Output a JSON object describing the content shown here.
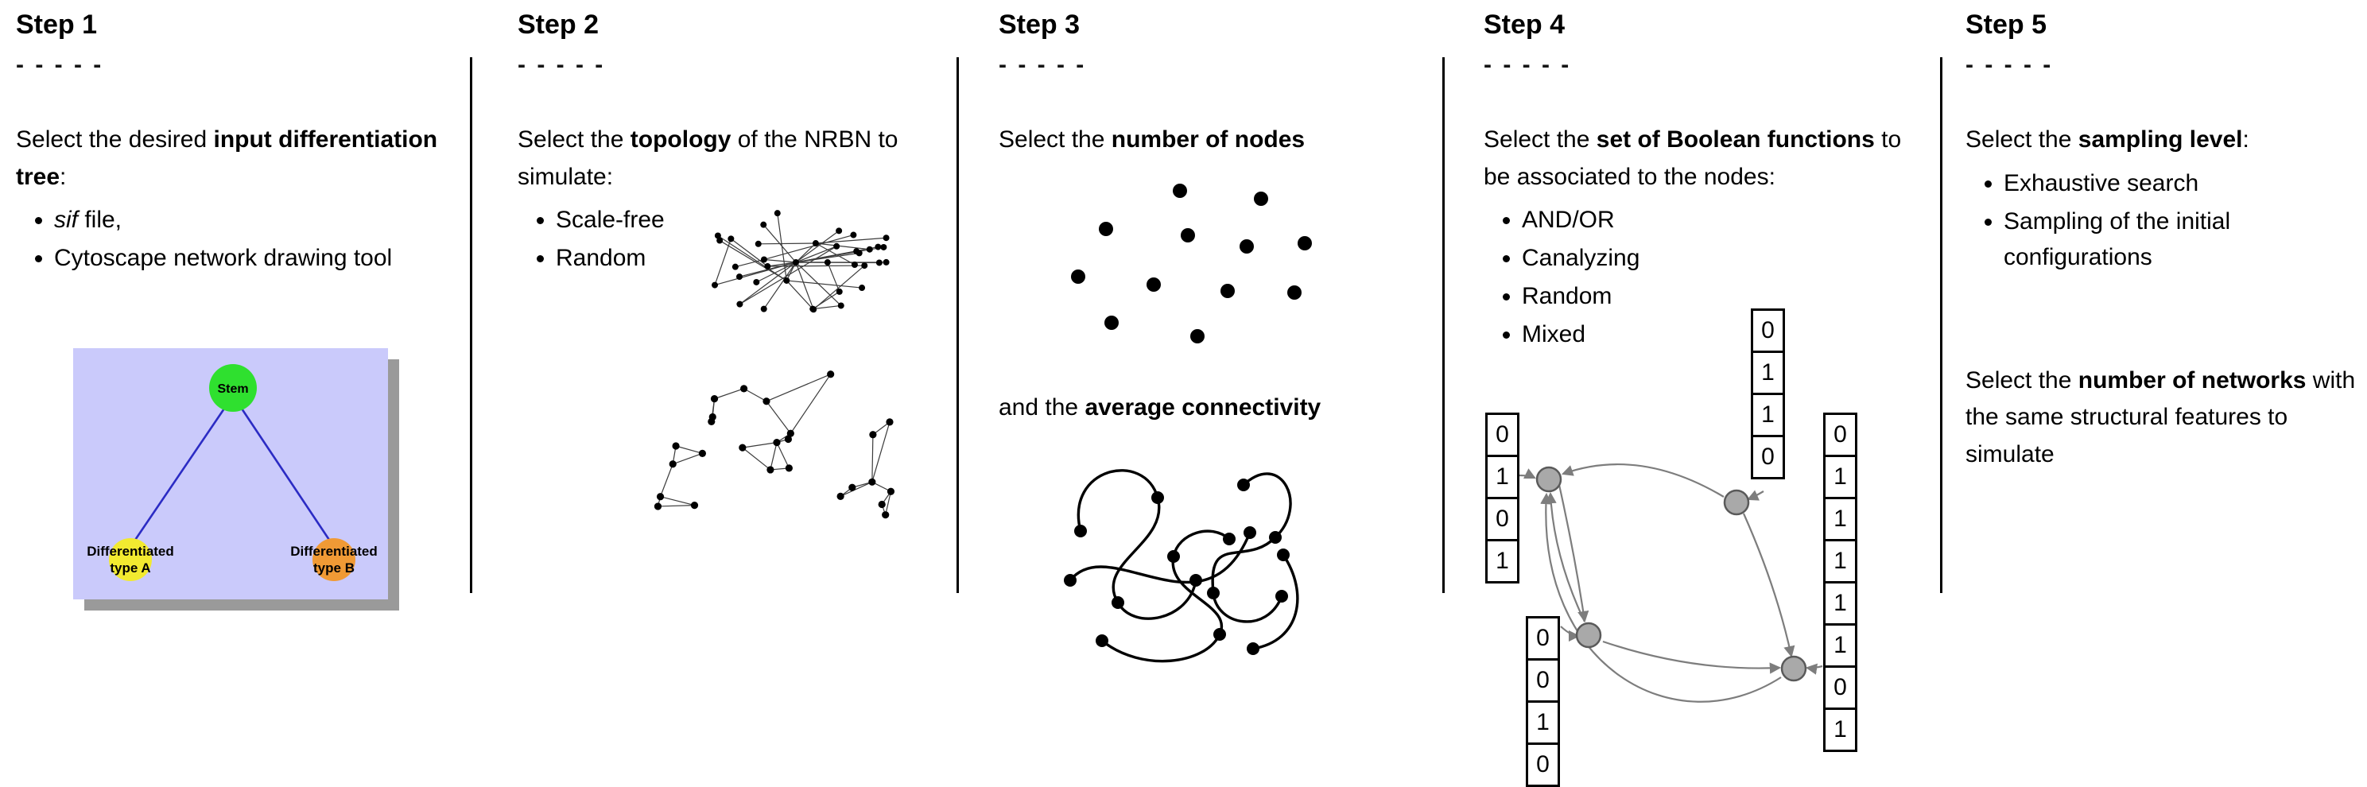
{
  "steps": [
    {
      "title": "Step 1",
      "dashes": "- - - - -",
      "intro": [
        {
          "t": "Select the desired "
        },
        {
          "t": "input differentiation tree",
          "b": true
        },
        {
          "t": ":"
        }
      ],
      "bullets": [
        {
          "segs": [
            {
              "t": "sif",
              "i": true
            },
            {
              "t": " file,"
            }
          ]
        },
        {
          "segs": [
            {
              "t": "Cytoscape network drawing tool"
            }
          ]
        }
      ],
      "tree": {
        "stem": "Stem",
        "type_a_line1": "Differentiated",
        "type_a_line2": "type A",
        "type_b_line1": "Differentiated",
        "type_b_line2": "type B"
      }
    },
    {
      "title": "Step 2",
      "dashes": "- - - - -",
      "intro": [
        {
          "t": "Select the "
        },
        {
          "t": "topology",
          "b": true
        },
        {
          "t": " of the NRBN to simulate:"
        }
      ],
      "bullets": [
        {
          "segs": [
            {
              "t": "Scale-free"
            }
          ]
        },
        {
          "segs": [
            {
              "t": "Random"
            }
          ]
        }
      ]
    },
    {
      "title": "Step 3",
      "dashes": "- - - - -",
      "intro": [
        {
          "t": "Select the "
        },
        {
          "t": "number of nodes",
          "b": true
        }
      ],
      "mid": [
        {
          "t": "and the "
        },
        {
          "t": "average connectivity",
          "b": true
        }
      ]
    },
    {
      "title": "Step 4",
      "dashes": "- - - - -",
      "intro": [
        {
          "t": "Select the "
        },
        {
          "t": "set of Boolean functions",
          "b": true
        },
        {
          "t": " to be associated to the nodes:"
        }
      ],
      "bullets": [
        {
          "segs": [
            {
              "t": "AND/OR"
            }
          ]
        },
        {
          "segs": [
            {
              "t": "Canalyzing"
            }
          ]
        },
        {
          "segs": [
            {
              "t": "Random"
            }
          ]
        },
        {
          "segs": [
            {
              "t": "Mixed"
            }
          ]
        }
      ],
      "tables": {
        "left": [
          "0",
          "1",
          "0",
          "1"
        ],
        "top": [
          "0",
          "1",
          "1",
          "0"
        ],
        "right": [
          "0",
          "1",
          "1",
          "1",
          "1",
          "1",
          "0",
          "1"
        ],
        "bottom": [
          "0",
          "0",
          "1",
          "0"
        ]
      }
    },
    {
      "title": "Step 5",
      "dashes": "- - - - -",
      "intro": [
        {
          "t": "Select the "
        },
        {
          "t": "sampling level",
          "b": true
        },
        {
          "t": ":"
        }
      ],
      "bullets": [
        {
          "segs": [
            {
              "t": "Exhaustive search"
            }
          ]
        },
        {
          "segs": [
            {
              "t": "Sampling of the initial configurations"
            }
          ]
        }
      ],
      "second": [
        {
          "t": "Select the "
        },
        {
          "t": "number of networks",
          "b": true
        },
        {
          "t": " with the same structural features to simulate"
        }
      ]
    }
  ],
  "colors": {
    "tree_bg": "#cacafb",
    "tree_shadow": "#9a9a9a",
    "stem_fill": "#2fe02f",
    "type_a_fill": "#f2ea30",
    "type_b_fill": "#f09a35",
    "tree_edge": "#2b2bc4",
    "network_node_gray": "#a9a9a9",
    "divider": "#000000"
  }
}
